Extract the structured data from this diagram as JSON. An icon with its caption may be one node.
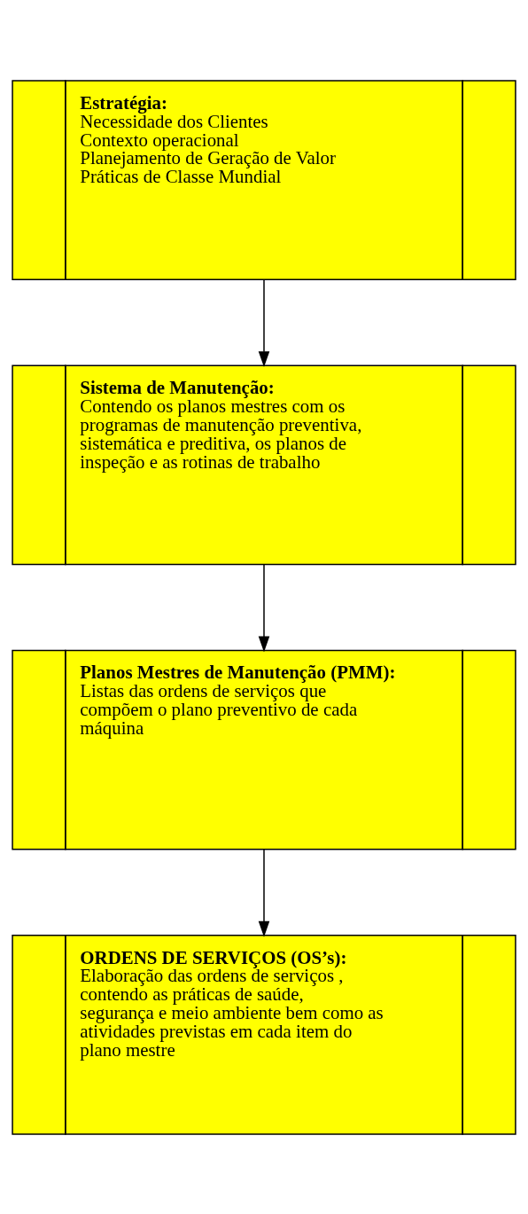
{
  "diagram": {
    "nodes": [
      {
        "text": [
          "Estratégia:",
          "Necessidade dos Clientes",
          "Contexto operacional",
          "Planejamento de Geração de Valor",
          "Práticas de Classe Mundial"
        ]
      },
      {
        "text": [
          "Sistema de Manutenção:",
          "Contendo os planos mestres com os programas de manutenção preventiva, sistemática e preditiva, os planos de inspeção e as rotinas de trabalho"
        ]
      },
      {
        "text": [
          "Planos Mestres de Manutenção (PMM):",
          "Listas das ordens de serviços que compõem o plano preventivo de cada máquina"
        ]
      },
      {
        "text": [
          "ORDENS DE SERVIÇOS (OS’s):",
          "Elaboração das ordens de serviços , contendo as práticas de saúde, segurança e meio ambiente bem como as atividades previstas em cada item do plano mestre"
        ]
      }
    ],
    "edges": [
      {
        "from": 0,
        "to": 1,
        "arrow": "to"
      },
      {
        "from": 1,
        "to": 2,
        "arrow": "to"
      },
      {
        "from": 2,
        "to": 3,
        "arrow": "to"
      }
    ]
  }
}
